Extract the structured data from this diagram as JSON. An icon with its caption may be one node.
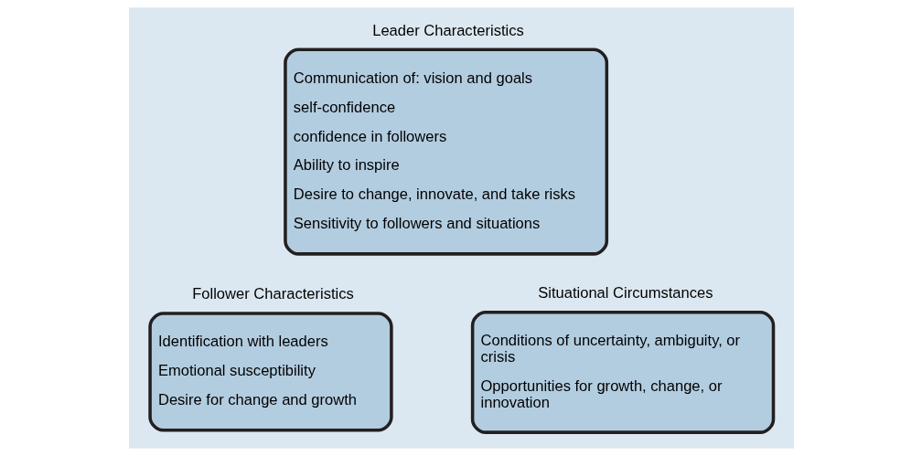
{
  "diagram": {
    "nodes": [
      {
        "text": [
          "Leader Characteristics",
          "Communication of: vision and goals",
          "self-confidence",
          "confidence in followers",
          "Ability to inspire",
          "Desire to change, innovate, and take risks",
          "Sensitivity to followers and situations"
        ]
      },
      {
        "text": [
          "Follower Characteristics",
          "Identification with leaders",
          "Emotional susceptibility",
          "Desire for change and growth"
        ]
      },
      {
        "text": [
          "Situational Circumstances",
          "Conditions of uncertainty, ambiguity, or crisis",
          "Opportunities for growth, change, or innovation"
        ]
      }
    ],
    "edges": []
  }
}
